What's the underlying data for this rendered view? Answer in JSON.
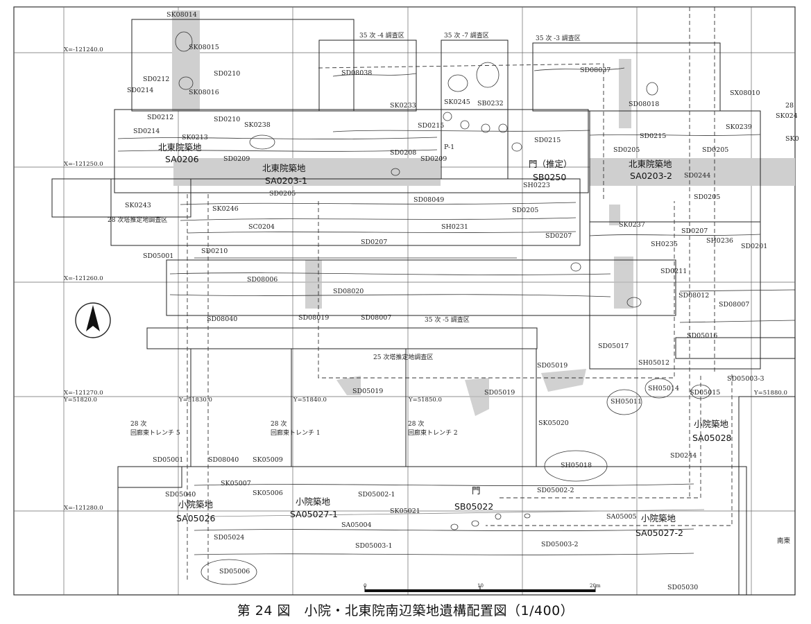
{
  "figure": {
    "caption": "第 24 図　小院・北東院南辺築地遺構配置図（1/400）"
  },
  "map": {
    "coordinates": [
      "X=-121240.0",
      "X=-121250.0",
      "X=-121260.0",
      "X=-121270.0",
      "X=-121280.0",
      "Y=51820.0",
      "Y=51830.0",
      "Y=51840.0",
      "Y=51850.0",
      "Y=51880.0"
    ],
    "areas": [
      "35 次 -4 調査区",
      "35 次 -7 調査区",
      "35 次 -3 調査区",
      "28 次塔推定地調査区",
      "35 次 -5 調査区",
      "25 次塔推定地調査区",
      "28 次",
      "回廊東トレンチ 5",
      "28 次",
      "回廊東トレンチ 1",
      "28 次",
      "回廊東トレンチ 2"
    ],
    "major_labels": [
      "北東院築地",
      "SA0206",
      "北東院築地",
      "SA0203-1",
      "門（推定）",
      "SB0250",
      "北東院築地",
      "SA0203-2",
      "小院築地",
      "SA05028",
      "小院築地",
      "SA05026",
      "小院築地",
      "SA05027-1",
      "門",
      "SB05022",
      "小院築地",
      "SA05027-2"
    ],
    "features": [
      "SK08014",
      "SK08015",
      "SD0212",
      "SD0214",
      "SK08016",
      "SD0210",
      "SD0212",
      "SD0214",
      "SK0213",
      "SD0210",
      "SK0238",
      "SD08038",
      "SK0233",
      "SK0245",
      "SB0232",
      "SD0215",
      "SD08037",
      "SD08018",
      "SX08010",
      "28",
      "SK024",
      "SK0239",
      "SK0",
      "SD0208",
      "SD0209",
      "SD0209",
      "SD0215",
      "SD0215",
      "SD0205",
      "SD0205",
      "SH0223",
      "SD0244",
      "SD0205",
      "SK0243",
      "SK0246",
      "SC0204",
      "SD08049",
      "SD0205",
      "SK0237",
      "SD0207",
      "SH0231",
      "SD0207",
      "SD0207",
      "SH0235",
      "SH0236",
      "SD0201",
      "SD05001",
      "SD0210",
      "SD08006",
      "SD0211",
      "SD08020",
      "SD08012",
      "SD08007",
      "SD08040",
      "SD08019",
      "SD08007",
      "SD05016",
      "SD05017",
      "SH05012",
      "SD05019",
      "SD05003-3",
      "SD05019",
      "SD05019",
      "SH05014",
      "SD05015",
      "SH05011",
      "SK05020",
      "SD0244",
      "SD05001",
      "SD08040",
      "SK05009",
      "SH05018",
      "SK05007",
      "SD05040",
      "SK05006",
      "SD05002-1",
      "SD05002-2",
      "SK05021",
      "SA05005",
      "SA05004",
      "SD05024",
      "SD05003-1",
      "SD05003-2",
      "SD05006",
      "南東",
      "SD05030",
      "P-1",
      "SD0205"
    ],
    "scale": [
      "0",
      "10",
      "20m"
    ]
  },
  "colors": {
    "line": "#222222",
    "band": "#cfcfcf"
  }
}
